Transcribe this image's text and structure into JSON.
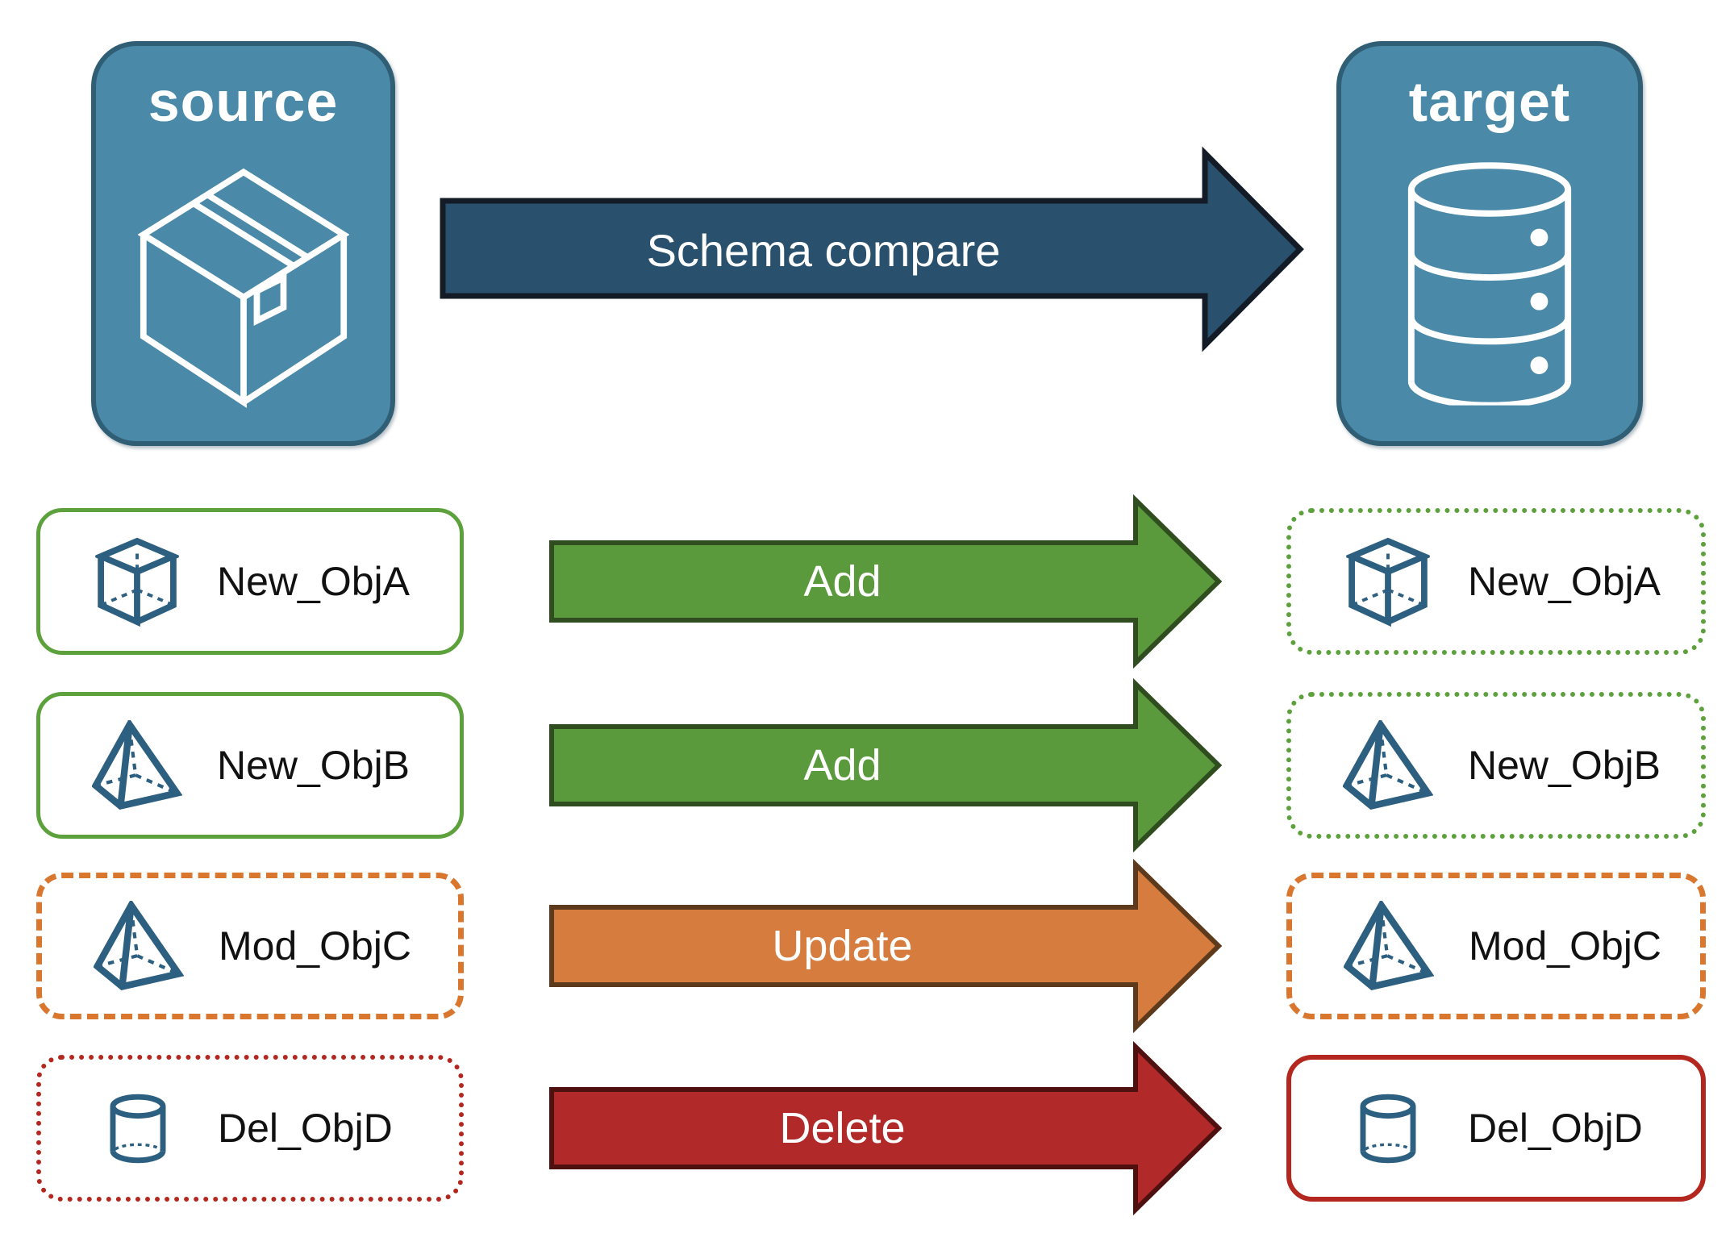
{
  "background": "#FFFFFF",
  "nodes": {
    "source": {
      "label": "source",
      "icon": "package-icon",
      "fill": "#4A89A8",
      "border_color": "#305E74",
      "text_color": "#FFFFFF"
    },
    "target": {
      "label": "target",
      "icon": "database-icon",
      "fill": "#4A89A8",
      "border_color": "#305E74",
      "text_color": "#FFFFFF"
    }
  },
  "main_arrow": {
    "label": "Schema compare",
    "fill": "#29516E",
    "outline_color": "#131C26",
    "text_color": "#FFFFFF"
  },
  "rows": [
    {
      "source_item": {
        "label": "New_ObjA",
        "icon": "cube-icon",
        "border_style": "solid",
        "border_color": "#5CA13B"
      },
      "action_arrow": {
        "label": "Add",
        "fill": "#5B9A3C",
        "outline_color": "#2F4D1E",
        "text_color": "#FFFFFF"
      },
      "target_item": {
        "label": "New_ObjA",
        "icon": "cube-icon",
        "border_style": "dotted",
        "border_color": "#5CA13B"
      }
    },
    {
      "source_item": {
        "label": "New_ObjB",
        "icon": "pyramid-icon",
        "border_style": "solid",
        "border_color": "#5CA13B"
      },
      "action_arrow": {
        "label": "Add",
        "fill": "#5B9A3C",
        "outline_color": "#2F4D1E",
        "text_color": "#FFFFFF"
      },
      "target_item": {
        "label": "New_ObjB",
        "icon": "pyramid-icon",
        "border_style": "dotted",
        "border_color": "#5CA13B"
      }
    },
    {
      "source_item": {
        "label": "Mod_ObjC",
        "icon": "pyramid-icon",
        "border_style": "dashed",
        "border_color": "#D9772F"
      },
      "action_arrow": {
        "label": "Update",
        "fill": "#D67C3E",
        "outline_color": "#5C3A1B",
        "text_color": "#FFFFFF"
      },
      "target_item": {
        "label": "Mod_ObjC",
        "icon": "pyramid-icon",
        "border_style": "dashed",
        "border_color": "#D9772F"
      }
    },
    {
      "source_item": {
        "label": "Del_ObjD",
        "icon": "cylinder-icon",
        "border_style": "dotted",
        "border_color": "#B3271F"
      },
      "action_arrow": {
        "label": "Delete",
        "fill": "#B12929",
        "outline_color": "#4F1010",
        "text_color": "#FFFFFF"
      },
      "target_item": {
        "label": "Del_ObjD",
        "icon": "cylinder-icon",
        "border_style": "solid",
        "border_color": "#B3271F"
      }
    }
  ],
  "item_icon_color": "#2D5F80",
  "item_text_color": "#111111"
}
